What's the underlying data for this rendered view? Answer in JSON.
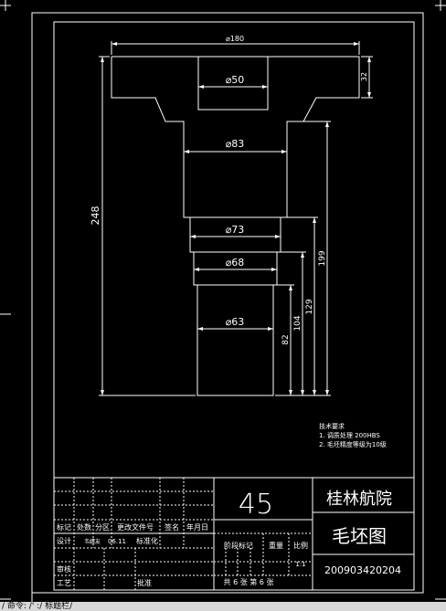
{
  "dims": {
    "d180": "⌀180",
    "d50": "⌀50",
    "h32": "32",
    "d83": "⌀83",
    "l248": "248",
    "d73": "⌀73",
    "d68": "⌀68",
    "l199": "199",
    "l129": "129",
    "l104": "104",
    "d63": "⌀63",
    "l82": "82"
  },
  "notes": {
    "title": "技术要求",
    "line1": "1. 调质处理  200HBS",
    "line2": "2. 毛坯精度等级为10级"
  },
  "title_block": {
    "material": "45",
    "school": "桂林航院",
    "drawing_name": "毛坯图",
    "drawing_no": "200903420204",
    "scale": "1:1",
    "sheets": "共 6 张  第 6 张",
    "h_mark": "标记",
    "h_count": "处数",
    "h_zone": "分区",
    "h_change": "更改文件号",
    "h_sign": "签名",
    "h_date": "年月日",
    "design": "设计",
    "designer": "韦婧友",
    "design_date": "06.11",
    "standard": "标准化",
    "stage": "阶段标记",
    "weight": "重量",
    "ratio": "比例",
    "review": "审核",
    "process": "工艺",
    "approve": "批准"
  },
  "status_strip": "/ 命令: /'  :/  标题栏/"
}
